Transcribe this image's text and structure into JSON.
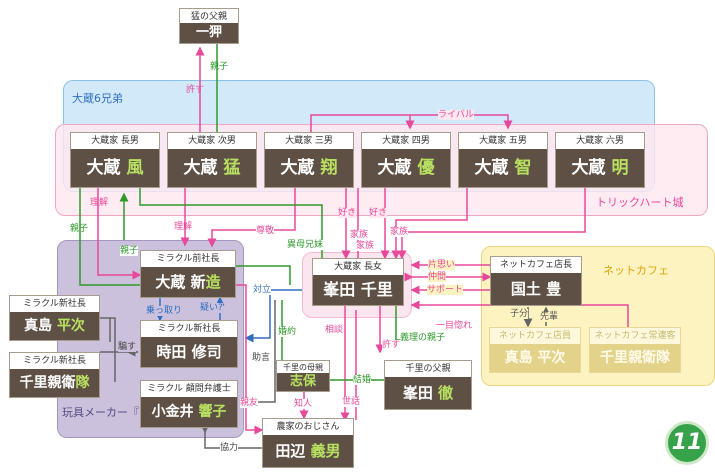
{
  "regions": {
    "brothers": "大蔵6兄弟",
    "trick_heart": "トリックハート城",
    "miracle": "玩具メーカー『ミラクル』",
    "netcafe": "ネットカフェ"
  },
  "nodes": {
    "ipyo": {
      "title": "猛の父親",
      "name_a": "一狎",
      "name_b": ""
    },
    "fu": {
      "title": "大蔵家 長男",
      "name_a": "大蔵 ",
      "name_b": "風"
    },
    "takeshi": {
      "title": "大蔵家 次男",
      "name_a": "大蔵 ",
      "name_b": "猛"
    },
    "sho": {
      "title": "大蔵家 三男",
      "name_a": "大蔵 ",
      "name_b": "翔"
    },
    "yu": {
      "title": "大蔵家 四男",
      "name_a": "大蔵 ",
      "name_b": "優"
    },
    "satoshi": {
      "title": "大蔵家 五男",
      "name_a": "大蔵 ",
      "name_b": "智"
    },
    "akira": {
      "title": "大蔵家 六男",
      "name_a": "大蔵 ",
      "name_b": "明"
    },
    "shinzo": {
      "title": "ミラクル前社長",
      "name_a": "大蔵 新",
      "name_b": "造"
    },
    "chisato": {
      "title": "大蔵家 長女",
      "name_a": "峯田 千里",
      "name_b": ""
    },
    "yutaka": {
      "title": "ネットカフェ店長",
      "name_a": "国土 豊",
      "name_b": ""
    },
    "heiji": {
      "title": "ミラクル新社長",
      "name_a": "真島 ",
      "name_b": "平次"
    },
    "chisato_shinwa": {
      "title": "ミラクル新社長",
      "name_a": "千里親衛",
      "name_b": "隊"
    },
    "tokita": {
      "title": "ミラクル新社長",
      "name_a": "時田 修司",
      "name_b": ""
    },
    "kyoko": {
      "title": "ミラクル 顧問弁護士",
      "name_a": "小金井 ",
      "name_b": "響子"
    },
    "shiho": {
      "title": "千里の母親",
      "name_a": "志保",
      "name_b": ""
    },
    "chichi": {
      "title": "千里の父親",
      "name_a": "峯田 ",
      "name_b": "徹"
    },
    "tanabe": {
      "title": "農家のおじさん",
      "name_a": "田辺 ",
      "name_b": "義男"
    },
    "heiji_nc": {
      "title": "ネットカフェ店員",
      "name_a": "真島 ",
      "name_b": "平次"
    },
    "chisato_nc": {
      "title": "ネットカフェ常連客",
      "name_a": "千里親衛",
      "name_b": "隊"
    }
  },
  "edges": {
    "oyako1": "親子",
    "yurusu": "許す",
    "rival": "ライバル",
    "rikai1": "理解",
    "rikai2": "理解",
    "oyako2": "親子",
    "oyako3": "親子",
    "sonkei": "尊敬",
    "ibo": "異母兄妹",
    "suki1": "好き",
    "kazoku1": "家族",
    "suki2": "好き",
    "kazoku2": "家族",
    "kazoku3": "家族",
    "kataomoi": "片思い",
    "nakama": "仲間",
    "support": "サポート",
    "kobun": "子分",
    "senpai": "先輩",
    "hitome": "一目惚れ",
    "noritori": "乗っ取り",
    "utagai": "疑い?",
    "tairitsu": "対立",
    "kon": "婚約",
    "damasu": "騙す",
    "jogen": "助言",
    "soudan": "相談",
    "yurusu2": "許す",
    "giri": "義理の親子",
    "kekkon": "結婚",
    "chijin": "知人",
    "sewa": "世話",
    "shinyu": "親友",
    "kyoryoku": "協力"
  },
  "badge": {
    "number": "11"
  },
  "colors": {
    "pink": "#e8489a",
    "green": "#2e9a2a",
    "blue": "#2f6fc2",
    "gray": "#666666"
  }
}
